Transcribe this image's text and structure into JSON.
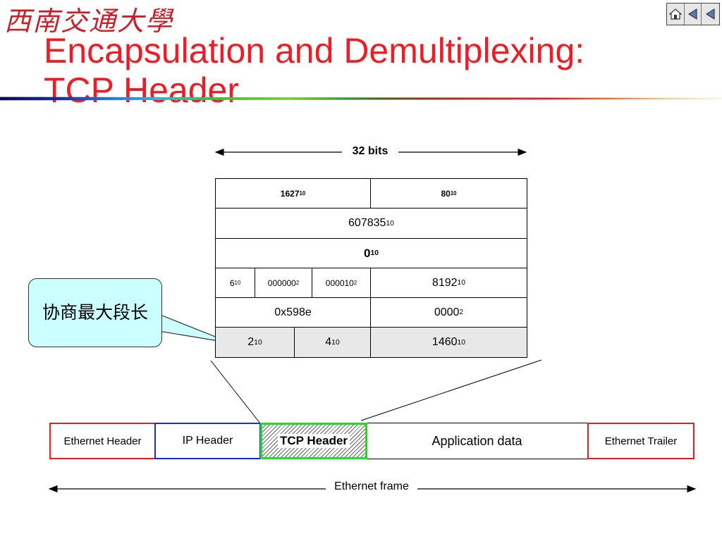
{
  "logo_text": "西南交通大學",
  "title": {
    "line1": "Encapsulation and Demultiplexing:",
    "line2": "TCP Header"
  },
  "nav": {
    "home_icon": "home-icon",
    "prev_icon": "triangle-left-icon",
    "next_icon": "triangle-left-icon"
  },
  "bits_label": "32 bits",
  "header_rows": {
    "src_port": {
      "base": "1627",
      "sub": "10"
    },
    "dst_port": {
      "base": "80",
      "sub": "10"
    },
    "seq": {
      "base": "607835",
      "sub": "10"
    },
    "ack": {
      "base": "0",
      "sub": "10"
    },
    "hlen": {
      "base": "6",
      "sub": "10"
    },
    "reserved": {
      "base": "000000",
      "sub": "2"
    },
    "flags": {
      "base": "000010",
      "sub": "2"
    },
    "window": {
      "base": "8192",
      "sub": "10"
    },
    "checksum": "0x598e",
    "urgent": {
      "base": "0000",
      "sub": "2"
    },
    "opt_kind": {
      "base": "2",
      "sub": "10"
    },
    "opt_len": {
      "base": "4",
      "sub": "10"
    },
    "opt_mss": {
      "base": "1460",
      "sub": "10"
    }
  },
  "callout_text": "协商最大段长",
  "frame": {
    "eth_header": "Ethernet Header",
    "ip_header": "IP Header",
    "tcp_header": "TCP Header",
    "app_data": "Application data",
    "eth_trailer": "Ethernet Trailer",
    "label": "Ethernet frame"
  },
  "colors": {
    "title": "#ee1c24",
    "eth": "#e02020",
    "ip": "#1a2adf",
    "tcp": "#22dd22",
    "callout": "#ccffff"
  }
}
